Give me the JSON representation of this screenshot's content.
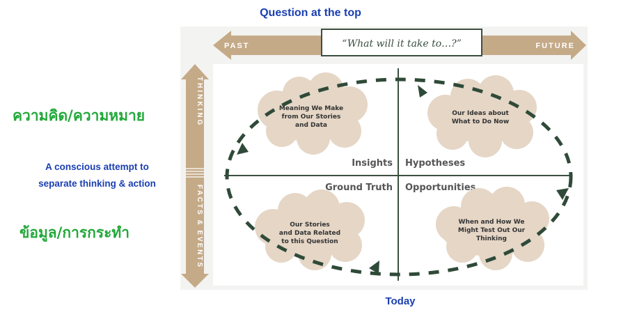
{
  "top_title": "Question at the top",
  "bottom_title": "Today",
  "thai": {
    "thinking": "ความคิด/ความหมาย",
    "facts": "ข้อมูล/การกระทำ"
  },
  "side_note": {
    "line1": "A conscious attempt to",
    "line2": "separate thinking & action"
  },
  "timeline": {
    "past": "PAST",
    "future": "FUTURE",
    "question": "“What will it take to…?”"
  },
  "vertical_axis": {
    "top": "THINKING",
    "bottom": "FACTS & EVENTS"
  },
  "quadrants": {
    "insights": "Insights",
    "hypotheses": "Hypotheses",
    "ground_truth": "Ground Truth",
    "opportunities": "Opportunities"
  },
  "clouds": {
    "top_left": [
      "Meaning We Make",
      "from Our Stories",
      "and Data"
    ],
    "top_right": [
      "Our Ideas about",
      "What to Do Now"
    ],
    "bottom_left": [
      "Our Stories",
      "and Data Related",
      "to this Question"
    ],
    "bottom_right": [
      "When and How We",
      "Might Test Out Our",
      "Thinking"
    ]
  },
  "colors": {
    "title_blue": "#1a3fb0",
    "thai_green": "#22a83a",
    "arrow_tan": "#c5aa88",
    "cloud_tan": "#e5d6c6",
    "dark_green": "#3b4f40",
    "panel_bg": "#f2f2f0"
  }
}
